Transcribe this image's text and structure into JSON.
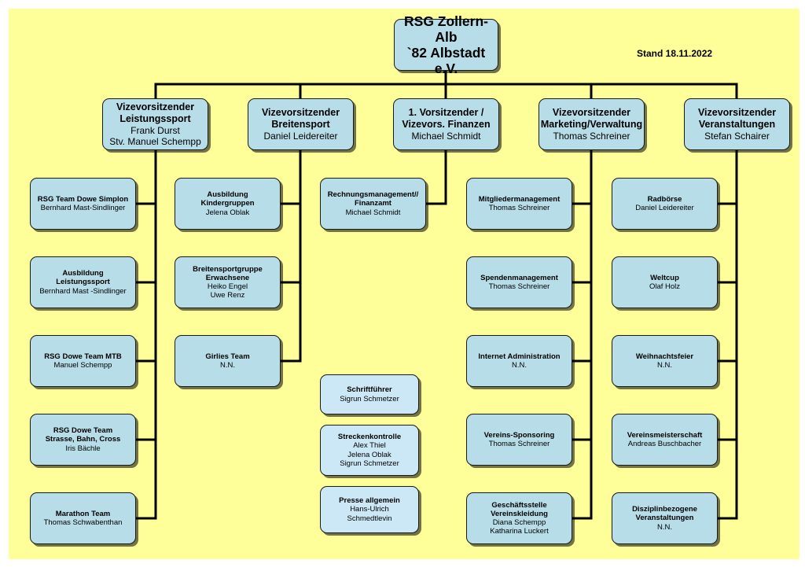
{
  "stand": "Stand 18.11.2022",
  "root": {
    "title": "RSG Zollern-Alb\n`82 Albstadt e.V."
  },
  "level1": [
    {
      "title": "Vizevorsitzender\nLeistungssport",
      "names": "Frank Durst\nStv. Manuel Schempp"
    },
    {
      "title": "Vizevorsitzender\nBreitensport",
      "names": "Daniel Leidereiter"
    },
    {
      "title": "1. Vorsitzender /\nVizevors. Finanzen",
      "names": "Michael Schmidt"
    },
    {
      "title": "Vizevorsitzender\nMarketing/Verwaltung",
      "names": "Thomas Schreiner"
    },
    {
      "title": "Vizevorsitzender\nVeranstaltungen",
      "names": "Stefan Schairer"
    }
  ],
  "leistungssport": [
    {
      "title": "RSG Team Dowe Simplon",
      "names": "Bernhard Mast-Sindlinger"
    },
    {
      "title": "Ausbildung\nLeistungssport",
      "names": "Bernhard Mast -Sindlinger"
    },
    {
      "title": "RSG Dowe Team MTB",
      "names": "Manuel Schempp"
    },
    {
      "title": "RSG Dowe Team\nStrasse, Bahn, Cross",
      "names": "Iris Bächle"
    },
    {
      "title": "Marathon Team",
      "names": "Thomas Schwabenthan"
    }
  ],
  "breitensport": [
    {
      "title": "Ausbildung\nKindergruppen",
      "names": "Jelena Oblak"
    },
    {
      "title": "Breitensportgruppe\nErwachsene",
      "names": "Heiko Engel\nUwe Renz"
    },
    {
      "title": "Girlies Team",
      "names": "N.N."
    }
  ],
  "finanzen": [
    {
      "title": "Rechnungsmanagement//\nFinanzamt",
      "names": "Michael Schmidt"
    }
  ],
  "sonstige": [
    {
      "title": "Schriftführer",
      "names": "Sigrun Schmetzer"
    },
    {
      "title": "Streckenkontrolle",
      "names": "Alex Thiel\nJelena Oblak\nSigrun Schmetzer"
    },
    {
      "title": "Presse allgemein",
      "names": "Hans-Ulrich\nSchmedtlevin"
    }
  ],
  "marketing": [
    {
      "title": "Mitgliedermanagement",
      "names": "Thomas Schreiner"
    },
    {
      "title": "Spendenmanagement",
      "names": "Thomas Schreiner"
    },
    {
      "title": "Internet Administration",
      "names": "N.N."
    },
    {
      "title": "Vereins-Sponsoring",
      "names": "Thomas Schreiner"
    },
    {
      "title": "Geschäftsstelle\nVereinskleidung",
      "names": "Diana Schempp\nKatharina Luckert"
    }
  ],
  "veranstaltungen": [
    {
      "title": "Radbörse",
      "names": "Daniel Leidereiter"
    },
    {
      "title": "Weltcup",
      "names": "Olaf Holz"
    },
    {
      "title": "Weihnachtsfeier",
      "names": "N.N."
    },
    {
      "title": "Vereinsmeisterschaft",
      "names": "Andreas Buschbacher"
    },
    {
      "title": "Disziplinbezogene\nVeranstaltungen",
      "names": "N.N."
    }
  ]
}
